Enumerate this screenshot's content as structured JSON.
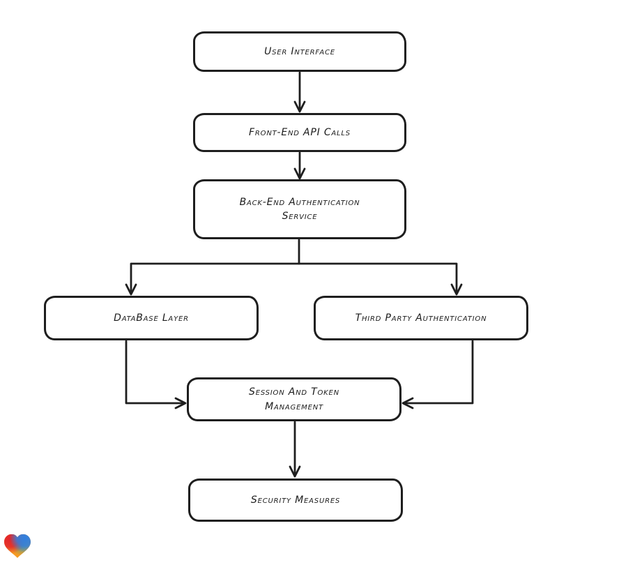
{
  "canvas": {
    "background": "#ffffff",
    "stroke_color": "#1e1e1e",
    "node_fill": "#ffffff",
    "text_color": "#1b1b1b"
  },
  "diagram": {
    "type": "flowchart",
    "nodes": [
      {
        "id": "user-interface",
        "label": "User Interface"
      },
      {
        "id": "front-end-api-calls",
        "label": "Front-End API Calls"
      },
      {
        "id": "back-end-authentication-service",
        "label": "Back-End Authentication Service"
      },
      {
        "id": "database-layer",
        "label": "DataBase Layer"
      },
      {
        "id": "third-party-authentication",
        "label": "Third Party Authentication"
      },
      {
        "id": "session-and-token-management",
        "label": "Session And Token Management"
      },
      {
        "id": "security-measures",
        "label": "Security Measures"
      }
    ],
    "edges": [
      {
        "from": "user-interface",
        "to": "front-end-api-calls"
      },
      {
        "from": "front-end-api-calls",
        "to": "back-end-authentication-service"
      },
      {
        "from": "back-end-authentication-service",
        "to": "database-layer"
      },
      {
        "from": "back-end-authentication-service",
        "to": "third-party-authentication"
      },
      {
        "from": "database-layer",
        "to": "session-and-token-management"
      },
      {
        "from": "third-party-authentication",
        "to": "session-and-token-management"
      },
      {
        "from": "session-and-token-management",
        "to": "security-measures"
      }
    ]
  },
  "branding": {
    "logo": "heart-logo",
    "logo_colors": {
      "red": "#e3242b",
      "blue": "#2f7fe0",
      "teal": "#2aa5a0",
      "orange": "#f59b23"
    }
  }
}
